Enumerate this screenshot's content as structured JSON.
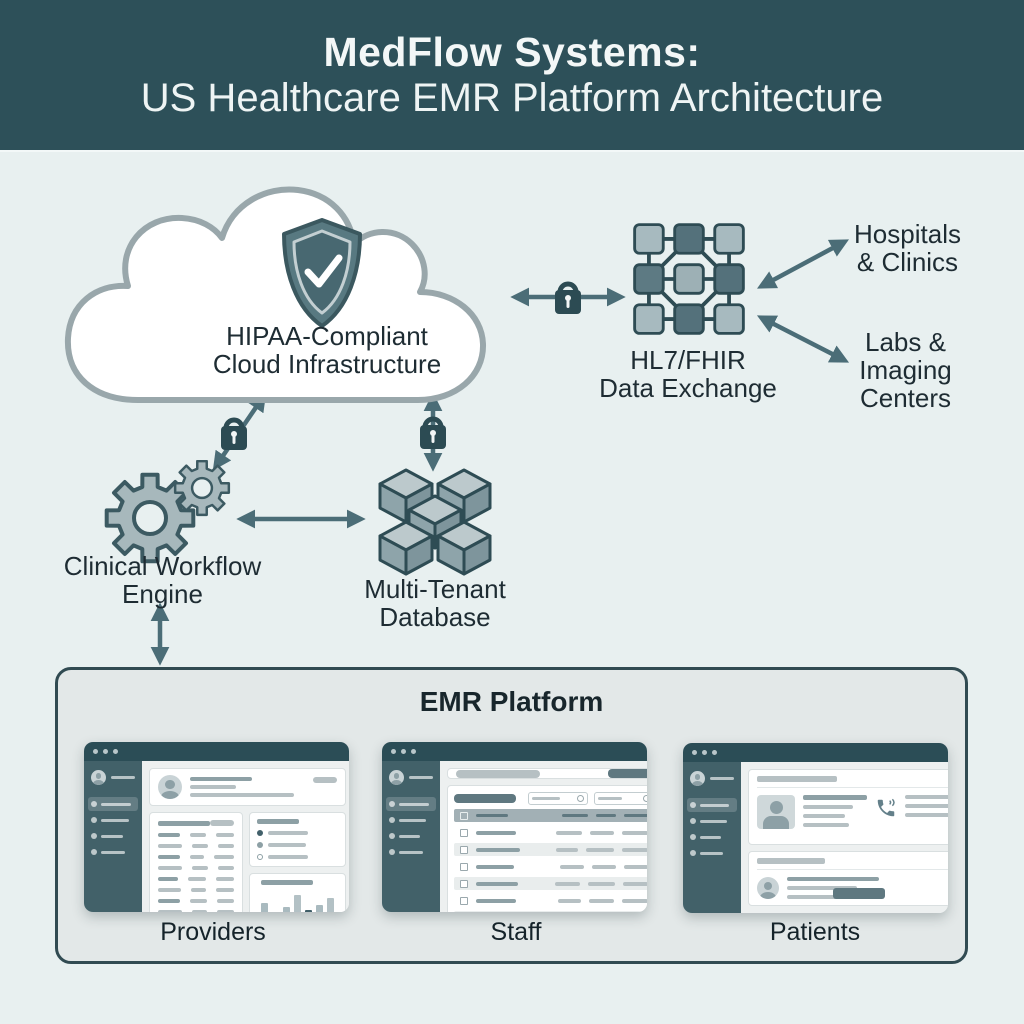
{
  "header": {
    "line1": "MedFlow Systems:",
    "line2": "US Healthcare EMR Platform Architecture"
  },
  "nodes": {
    "cloud": {
      "line1": "HIPAA-Compliant",
      "line2": "Cloud Infrastructure"
    },
    "exchange": {
      "line1": "HL7/FHIR",
      "line2": "Data Exchange"
    },
    "hospitals": {
      "line1": "Hospitals",
      "line2": "& Clinics"
    },
    "labs": {
      "line1": "Labs &",
      "line2": "Imaging",
      "line3": "Centers"
    },
    "workflow": {
      "line1": "Clinical Workflow",
      "line2": "Engine"
    },
    "database": {
      "line1": "Multi-Tenant",
      "line2": "Database"
    }
  },
  "emr": {
    "title": "EMR Platform",
    "windows": [
      {
        "label": "Providers"
      },
      {
        "label": "Staff"
      },
      {
        "label": "Patients"
      }
    ]
  },
  "colors": {
    "header_bg": "#2d5059",
    "canvas_bg": "#e8f0f0",
    "arrow": "#4b6d77",
    "lock": "#2c4b53",
    "shield": "#587981",
    "panel_border": "#314b52",
    "window_titlebar": "#2b4d56",
    "window_sidebar": "#426169"
  }
}
